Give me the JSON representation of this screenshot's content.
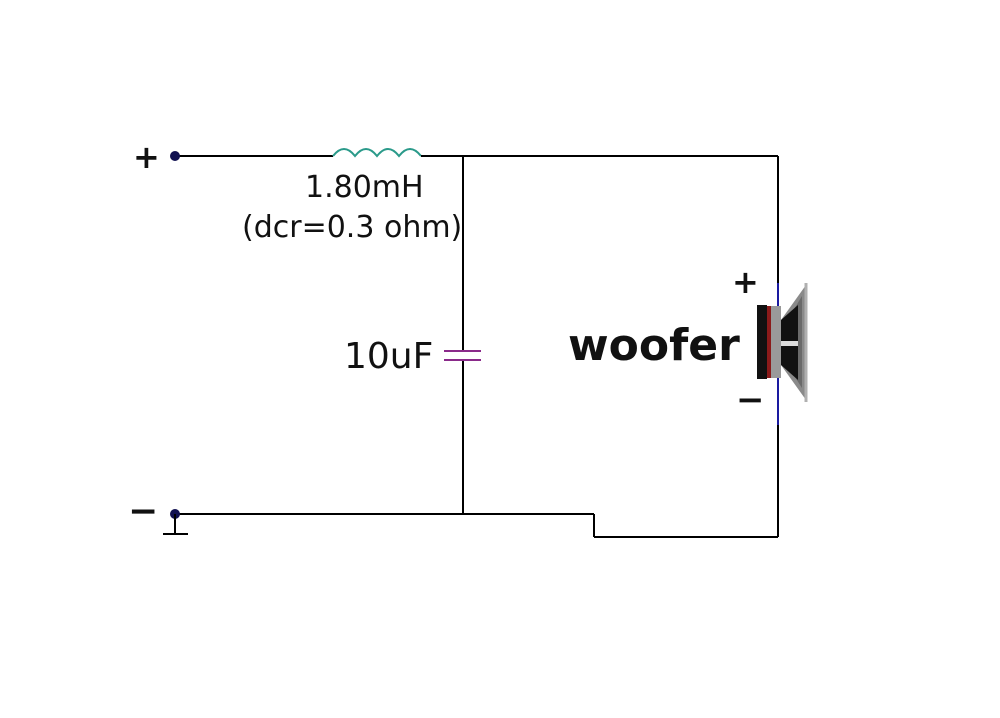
{
  "terminals": {
    "positive": "+",
    "negative": "−"
  },
  "inductor": {
    "value": "1.80mH",
    "note": "(dcr=0.3 ohm)"
  },
  "capacitor": {
    "value": "10uF"
  },
  "speaker": {
    "label": "woofer",
    "positive": "+",
    "negative": "−"
  },
  "colors": {
    "wire": "#000000",
    "inductor": "#2a9a8a",
    "capacitor": "#8a2a8a",
    "terminal_dot": "#101050",
    "speaker_lead": "#1a1aa0"
  }
}
